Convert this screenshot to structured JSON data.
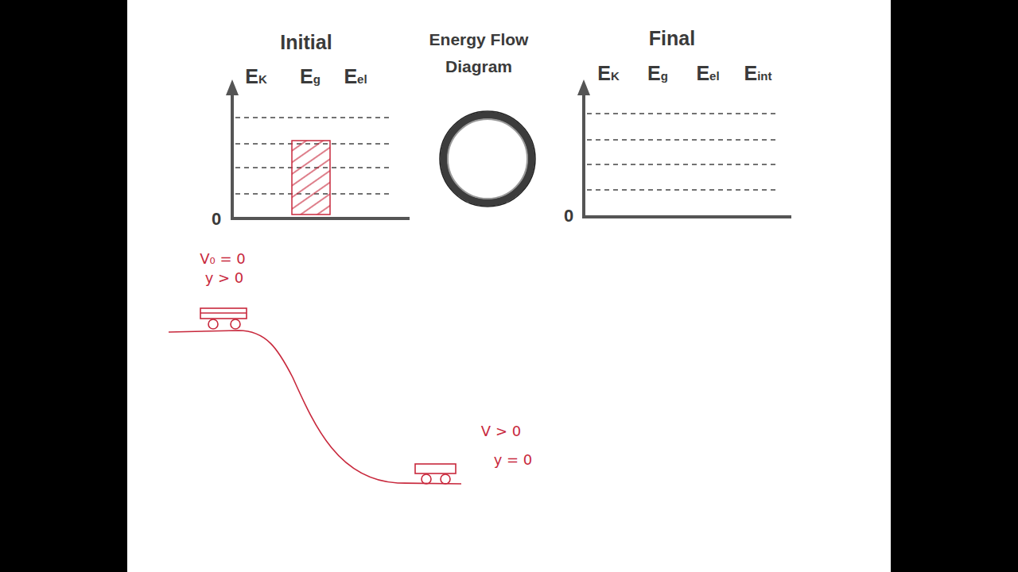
{
  "diagram": {
    "labels": [
      "Initial",
      "Energy Flow Diagram",
      "Final",
      "EK",
      "Eg",
      "Eel",
      "EK",
      "Eg",
      "Eel",
      "Eint",
      "0",
      "0",
      "V₀ = 0",
      "y > 0",
      "V > 0",
      "y = 0"
    ]
  }
}
